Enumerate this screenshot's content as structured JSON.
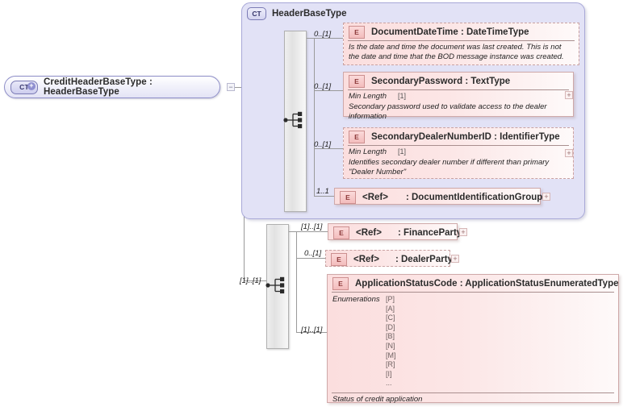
{
  "diagram": {
    "title": "XSD Schema Diagram",
    "root": {
      "badge": "CT",
      "badge_plus": "+",
      "label": "CreditHeaderBaseType : HeaderBaseType",
      "toggle": "−"
    },
    "container": {
      "badge": "CT",
      "title": "HeaderBaseType"
    },
    "elements": [
      {
        "badge": "E",
        "name": "DocumentDateTime : DateTimeType",
        "cardinality": "0..[1]",
        "doc": "Is the date and time the document was last created. This is not the date and time that the BOD message instance was created.",
        "style": "dashed"
      },
      {
        "badge": "E",
        "name": "SecondaryPassword : TextType",
        "cardinality": "0..[1]",
        "facet_name": "Min Length",
        "facet_value": "[1]",
        "doc": "Secondary password used to validate access to the dealer information",
        "style": "solid",
        "expand": "+"
      },
      {
        "badge": "E",
        "name": "SecondaryDealerNumberID : IdentifierType",
        "cardinality": "0..[1]",
        "facet_name": "Min Length",
        "facet_value": "[1]",
        "doc": "Identifies secondary dealer number if different than primary \"Dealer Number\"",
        "style": "dashed",
        "expand": "+"
      },
      {
        "badge": "E",
        "name": "<Ref>",
        "name2": ": DocumentIdentificationGroup",
        "cardinality": "1..1",
        "style": "solid",
        "expand": "+"
      },
      {
        "badge": "E",
        "name": "<Ref>",
        "name2": ": FinanceParty",
        "cardinality": "[1]..[1]",
        "style": "solid",
        "expand": "+"
      },
      {
        "badge": "E",
        "name": "<Ref>",
        "name2": ": DealerParty",
        "cardinality": "0..[1]",
        "style": "dashed",
        "expand": "+"
      },
      {
        "badge": "E",
        "name": "ApplicationStatusCode : ApplicationStatusEnumeratedType",
        "cardinality": "[1]..[1]",
        "enum_label": "Enumerations",
        "enum_values": [
          "[P]",
          "[A]",
          "[C]",
          "[D]",
          "[B]",
          "[N]",
          "[M]",
          "[R]",
          "[I]",
          "..."
        ],
        "doc": "Status of credit application",
        "style": "solid"
      }
    ],
    "sequence_cardinalities": {
      "upper": "[1]..[1]",
      "lower": "[1]..[1]"
    },
    "colors": {
      "container_fill": "#e2e2f6",
      "container_border": "#a9a9d8",
      "element_fill": "#fbdede",
      "element_border": "#cfa9a9",
      "line": "#9a9a9a"
    }
  }
}
